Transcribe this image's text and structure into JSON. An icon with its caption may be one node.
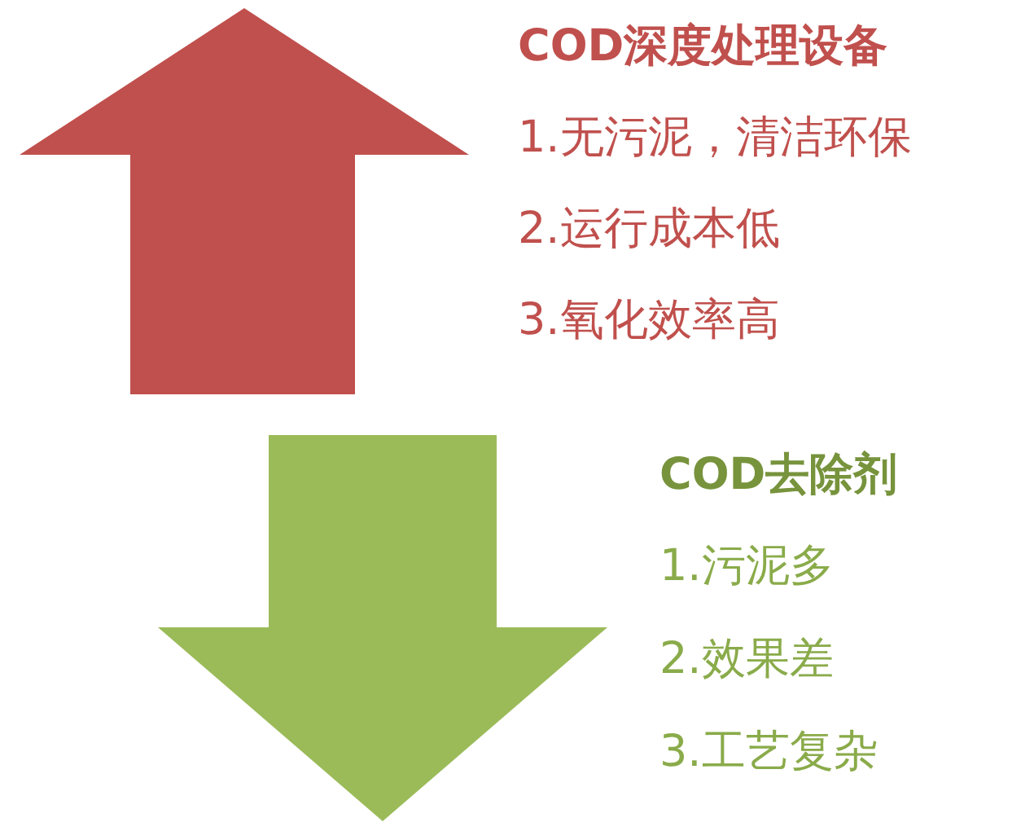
{
  "diagram": {
    "nodes": [
      {
        "text": [],
        "shape": "arrow",
        "beside": [
          "COD深度处理设备",
          "1.无污泥，清洁环保",
          "2.运行成本低",
          "3.氧化效率高"
        ]
      },
      {
        "text": [],
        "shape": "arrow",
        "beside": [
          "COD去除剂",
          "1.污泥多",
          "2.效果差",
          "3.工艺复杂"
        ]
      }
    ]
  }
}
